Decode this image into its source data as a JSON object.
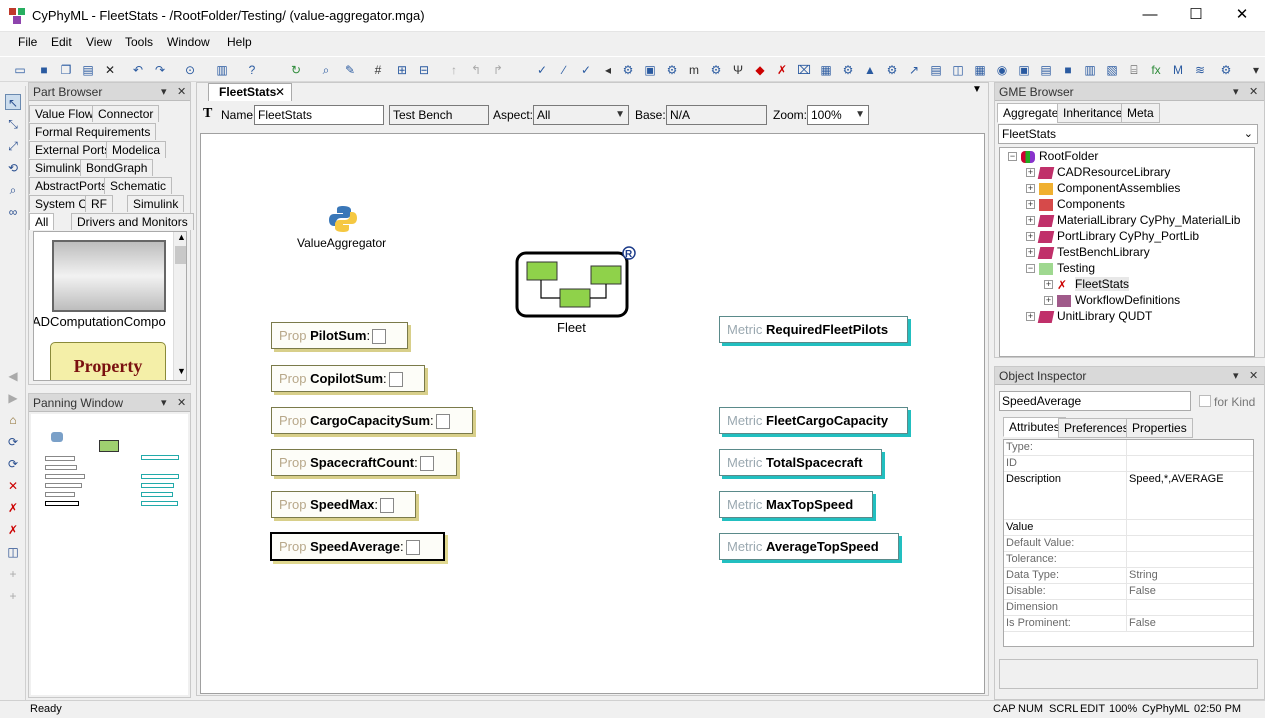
{
  "window": {
    "title": "CyPhyML - FleetStats - /RootFolder/Testing/ (value-aggregator.mga)",
    "minimize": "—",
    "maximize": "☐",
    "close": "✕"
  },
  "menu": [
    "File",
    "Edit",
    "View",
    "Tools",
    "Window",
    "Help"
  ],
  "part_browser": {
    "title": "Part Browser",
    "tabs": [
      "Value Flow",
      "Connector",
      "Formal Requirements",
      "External Ports",
      "Modelica",
      "Simulink",
      "BondGraph",
      "AbstractPorts",
      "Schematic",
      "System C",
      "RF",
      "Simulink",
      "All",
      "Drivers and Monitors"
    ],
    "items": [
      "ADComputationCompo",
      "Property"
    ]
  },
  "panning": {
    "title": "Panning Window"
  },
  "editor": {
    "tab": "FleetStats",
    "name_label": "Name:",
    "name_value": "FleetStats",
    "kind": "Test Bench",
    "aspect_label": "Aspect:",
    "aspect_value": "All",
    "base_label": "Base:",
    "base_value": "N/A",
    "zoom_label": "Zoom:",
    "zoom_value": "100%"
  },
  "canvas": {
    "aggregator": "ValueAggregator",
    "fleet": "Fleet",
    "props": [
      {
        "kw": "Prop",
        "name": "PilotSum"
      },
      {
        "kw": "Prop",
        "name": "CopilotSum"
      },
      {
        "kw": "Prop",
        "name": "CargoCapacitySum"
      },
      {
        "kw": "Prop",
        "name": "SpacecraftCount"
      },
      {
        "kw": "Prop",
        "name": "SpeedMax"
      },
      {
        "kw": "Prop",
        "name": "SpeedAverage"
      }
    ],
    "metrics": [
      {
        "kw": "Metric",
        "name": "RequiredFleetPilots"
      },
      {
        "kw": "Metric",
        "name": "FleetCargoCapacity"
      },
      {
        "kw": "Metric",
        "name": "TotalSpacecraft"
      },
      {
        "kw": "Metric",
        "name": "MaxTopSpeed"
      },
      {
        "kw": "Metric",
        "name": "AverageTopSpeed"
      }
    ]
  },
  "gme_browser": {
    "title": "GME Browser",
    "tabs": [
      "Aggregate",
      "Inheritance",
      "Meta"
    ],
    "filter": "FleetStats",
    "tree": [
      "RootFolder",
      "CADResourceLibrary",
      "ComponentAssemblies",
      "Components",
      "MaterialLibrary CyPhy_MaterialLib",
      "PortLibrary CyPhy_PortLib",
      "TestBenchLibrary",
      "Testing",
      "FleetStats",
      "WorkflowDefinitions",
      "UnitLibrary QUDT"
    ]
  },
  "object_inspector": {
    "title": "Object Inspector",
    "name": "SpeedAverage",
    "for_kind": "for Kind",
    "tabs": [
      "Attributes",
      "Preferences",
      "Properties"
    ],
    "rows": [
      {
        "k": "Type:",
        "v": ""
      },
      {
        "k": "ID",
        "v": ""
      },
      {
        "k": "Description",
        "v": "Speed,*,AVERAGE"
      },
      {
        "k": "Value",
        "v": ""
      },
      {
        "k": "Default Value:",
        "v": ""
      },
      {
        "k": "Tolerance:",
        "v": ""
      },
      {
        "k": "Data Type:",
        "v": "String"
      },
      {
        "k": "Disable:",
        "v": "False"
      },
      {
        "k": "Dimension",
        "v": ""
      },
      {
        "k": "Is Prominent:",
        "v": "False"
      }
    ]
  },
  "status": {
    "ready": "Ready",
    "cap": "CAP",
    "num": "NUM",
    "scrl": "SCRL",
    "edit": "EDIT",
    "zoom": "100%",
    "app": "CyPhyML",
    "time": "02:50 PM"
  }
}
